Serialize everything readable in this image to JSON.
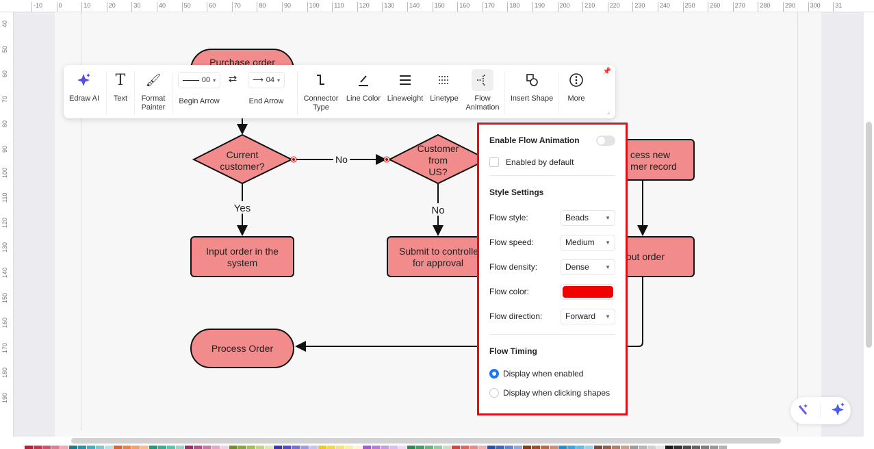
{
  "ruler": {
    "top": [
      "-10",
      "0",
      "10",
      "20",
      "30",
      "40",
      "50",
      "60",
      "70",
      "80",
      "90",
      "100",
      "110",
      "120",
      "130",
      "140",
      "150",
      "160",
      "170",
      "180",
      "190",
      "200",
      "210",
      "220",
      "230",
      "240",
      "250",
      "260",
      "270",
      "280",
      "290",
      "300",
      "31"
    ],
    "left": [
      "40",
      "50",
      "60",
      "70",
      "80",
      "90",
      "100",
      "110",
      "120",
      "130",
      "140",
      "150",
      "160",
      "170",
      "180",
      "190"
    ]
  },
  "toolbar": {
    "edraw_ai": "Edraw AI",
    "text": "Text",
    "format_painter": [
      "Format",
      "Painter"
    ],
    "begin_arrow_value": "00",
    "begin_arrow": "Begin Arrow",
    "end_arrow_value": "04",
    "end_arrow": "End Arrow",
    "connector_type": [
      "Connector",
      "Type"
    ],
    "line_color": "Line Color",
    "lineweight": "Lineweight",
    "linetype": "Linetype",
    "flow_animation": [
      "Flow",
      "Animation"
    ],
    "insert_shape": "Insert Shape",
    "more": "More"
  },
  "diagram": {
    "purchase_order": "Purchase  order",
    "current_customer": [
      "Current",
      "customer?"
    ],
    "no1": "No",
    "yes": "Yes",
    "customer_from_us": [
      "Customer",
      "from",
      "US?"
    ],
    "no2": "No",
    "process_new": [
      "cess new",
      "mer  record"
    ],
    "input_order": [
      "Input order in the",
      "system"
    ],
    "submit": [
      "Submit to controlle",
      "for approval"
    ],
    "out_order": "out order",
    "process_order": "Process Order"
  },
  "panel": {
    "enable_flow_animation": "Enable Flow Animation",
    "enable_on": false,
    "enabled_by_default": "Enabled by default",
    "style_settings": "Style Settings",
    "flow_style_label": "Flow style:",
    "flow_style": "Beads",
    "flow_speed_label": "Flow speed:",
    "flow_speed": "Medium",
    "flow_density_label": "Flow density:",
    "flow_density": "Dense",
    "flow_color_label": "Flow color:",
    "flow_color": "#f00000",
    "flow_direction_label": "Flow direction:",
    "flow_direction": "Forward",
    "flow_timing": "Flow Timing",
    "timing_enabled": "Display when enabled",
    "timing_clicking": "Display when clicking shapes",
    "timing_selected": "enabled"
  },
  "colors": {
    "shape_fill": "#f28b8b",
    "accent": "#1677ff",
    "highlight": "#d4141c"
  },
  "palette": [
    "#b81e3a",
    "#c8324c",
    "#d64f6a",
    "#e27c91",
    "#f0a9b6",
    "#1f7a8c",
    "#2a93a8",
    "#43afc2",
    "#7cc9d6",
    "#b5e1e9",
    "#e0632a",
    "#ea8344",
    "#f2a063",
    "#f7bd8a",
    "#1e9a7c",
    "#37b08f",
    "#5ec4a6",
    "#93d8c2",
    "#9a2f6e",
    "#b6508a",
    "#cf78a7",
    "#e4a7c8",
    "#f3cfe2",
    "#6e8f2a",
    "#87a83c",
    "#a1c056",
    "#bdd682",
    "#d8e9b1",
    "#3c37b5",
    "#534fcb",
    "#7471db",
    "#9d9ae8",
    "#c5c3f3",
    "#f2c81b",
    "#f5d645",
    "#f8e276",
    "#fbeea6",
    "#fdf6d2",
    "#a35bd6",
    "#b67ae0",
    "#c99aea",
    "#dcbbf2",
    "#ecd9f8",
    "#2c8a4e",
    "#43a064",
    "#65b780",
    "#92ce9f",
    "#c1e4c8",
    "#d6443e",
    "#e06560",
    "#e98a86",
    "#f1b0ad",
    "#2450b0",
    "#3a68c7",
    "#5d88d8",
    "#8aaae6",
    "#8a3b12",
    "#a34e22",
    "#bd6a3d",
    "#d48d67",
    "#1f8fd1",
    "#3aa5e0",
    "#64bce8",
    "#97d3f0",
    "#7a4a3a",
    "#955f4c",
    "#b07d69",
    "#c99f8e",
    "#9c9c9c",
    "#b5b5b5",
    "#cfcfcf",
    "#e6e6e6",
    "#1c1c1c",
    "#333",
    "#4d4d4d",
    "#666",
    "#808080",
    "#999",
    "#b3b3b3"
  ]
}
